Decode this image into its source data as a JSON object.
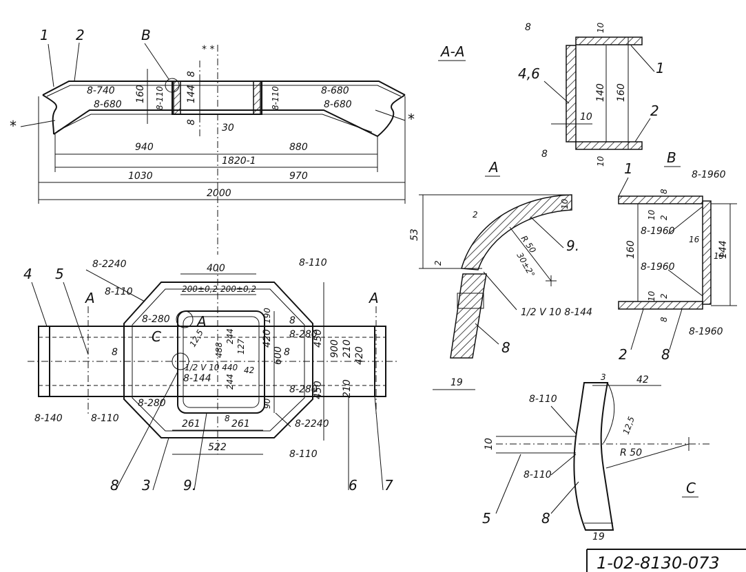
{
  "doc_number": "1-02-8130-073",
  "view_labels": {
    "section_aa": "A-A",
    "detail_a": "A",
    "detail_b": "B",
    "detail_c": "C",
    "plan_a1": "A",
    "plan_a2": "A",
    "plan_c": "C",
    "plan_a_mark": "A",
    "elev_b": "B"
  },
  "elevation": {
    "pos_1": "1",
    "pos_2": "2",
    "star_left": "*",
    "star_right": "*",
    "stars_top": "* *",
    "weld_740": "8-740",
    "weld_680_l": "8-680",
    "weld_680_r1": "8-680",
    "weld_680_r2": "8-680",
    "weld_110_l": "8-110",
    "weld_110_r": "8-110",
    "dim_160": "160",
    "dim_144": "144",
    "dim_8a": "8",
    "dim_8b": "8",
    "dim_30": "30",
    "dim_940": "940",
    "dim_880": "880",
    "dim_1820": "1820-1",
    "dim_1030": "1030",
    "dim_970": "970",
    "dim_2000": "2000"
  },
  "plan": {
    "pos_4": "4",
    "pos_5": "5",
    "pos_3": "3",
    "pos_8": "8",
    "pos_9": "9.",
    "pos_6": "6",
    "pos_7": "7",
    "weld_2240_top": "8-2240",
    "weld_110_tl": "8-110",
    "weld_280_tl": "8-280",
    "weld_110_tr": "8-110",
    "weld_8_center": "8",
    "weld_8_right": "8",
    "weld_8_8": "8",
    "weld_280_r": "8-280",
    "weld_280_r2": "8-280",
    "weld_280_bl": "8-280",
    "weld_140": "8-140",
    "weld_110_bl": "8-110",
    "weld_2240_bot": "8-2240",
    "weld_110_br": "8-110",
    "weld_144": "8-144",
    "weld_10440": "1/2 V 10 440",
    "dim_400": "400",
    "dim_200a": "200±0,2",
    "dim_200b": "200±0,2",
    "dim_125": "12,5",
    "dim_488": "488",
    "dim_244a": "244",
    "dim_244b": "244",
    "dim_127": "127",
    "dim_420a": "420",
    "dim_600": "600",
    "dim_190": "190",
    "dim_450a": "450",
    "dim_900": "900",
    "dim_210a": "210",
    "dim_420b": "420",
    "dim_42": "42",
    "dim_450b": "450",
    "dim_210b": "210",
    "dim_90": "90",
    "dim_261a": "261",
    "dim_261b": "261",
    "dim_8s": "8",
    "dim_522": "522"
  },
  "section_aa": {
    "weld_8_top": "8",
    "weld_8_bot": "8",
    "pos_46": "4,6",
    "pos_1": "1",
    "pos_2": "2",
    "dim_10_top": "10",
    "dim_10_bot": "10",
    "dim_10_side": "10",
    "dim_140": "140",
    "dim_160": "160"
  },
  "detail_a": {
    "dim_53": "53",
    "dim_2a": "2",
    "dim_2b": "2",
    "dim_10": "10",
    "dim_r50": "R 50",
    "dim_302": "30±2°",
    "pos_9": "9.",
    "pos_8": "8",
    "dim_19": "19",
    "weld_note": "1/2 V 10 8-144"
  },
  "detail_b": {
    "pos_1": "1",
    "pos_2": "2",
    "pos_8": "8",
    "weld_1960_top": "8-1960",
    "weld_1960_m1": "8-1960",
    "weld_1960_m2": "8-1960",
    "weld_1960_bot": "8-1960",
    "dim_8t": "8",
    "dim_10t": "10",
    "dim_2t": "2",
    "dim_160": "160",
    "dim_16": "16",
    "dim_19": "19",
    "dim_144": "144",
    "dim_10b": "10",
    "dim_2b": "2",
    "dim_8b": "8"
  },
  "detail_c": {
    "dim_3": "3",
    "dim_42": "42",
    "dim_125": "12,5",
    "dim_10": "10",
    "dim_r50": "R 50",
    "dim_19": "19",
    "weld_110_top": "8-110",
    "weld_110_bot": "8-110",
    "pos_5": "5",
    "pos_8": "8"
  }
}
